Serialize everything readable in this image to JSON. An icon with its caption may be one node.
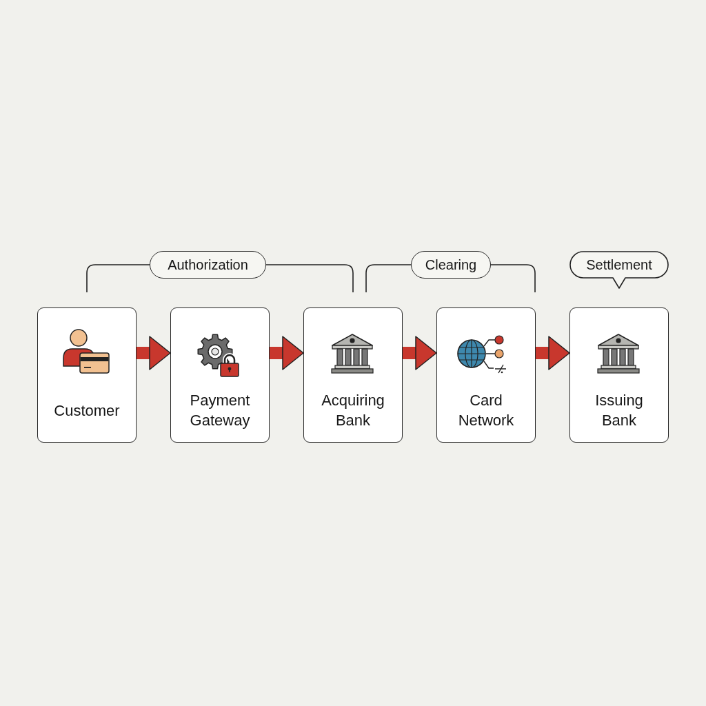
{
  "diagram": {
    "nodes": [
      {
        "text": [
          "Authorization"
        ]
      },
      {
        "text": [
          "Clearing"
        ]
      },
      {
        "text": [
          "Settlement"
        ]
      },
      {
        "text": [
          "Customer"
        ]
      },
      {
        "text": [
          "Payment Gateway"
        ]
      },
      {
        "text": [
          "Acquiring Bank"
        ]
      },
      {
        "text": [
          "Card Network"
        ]
      },
      {
        "text": [
          "Issuing Bank"
        ]
      }
    ],
    "edges": [
      {
        "from": 3,
        "to": 4,
        "arrow": "to"
      },
      {
        "from": 4,
        "to": 5,
        "arrow": "to"
      },
      {
        "from": 5,
        "to": 6,
        "arrow": "to"
      },
      {
        "from": 6,
        "to": 7,
        "arrow": "to"
      }
    ]
  }
}
